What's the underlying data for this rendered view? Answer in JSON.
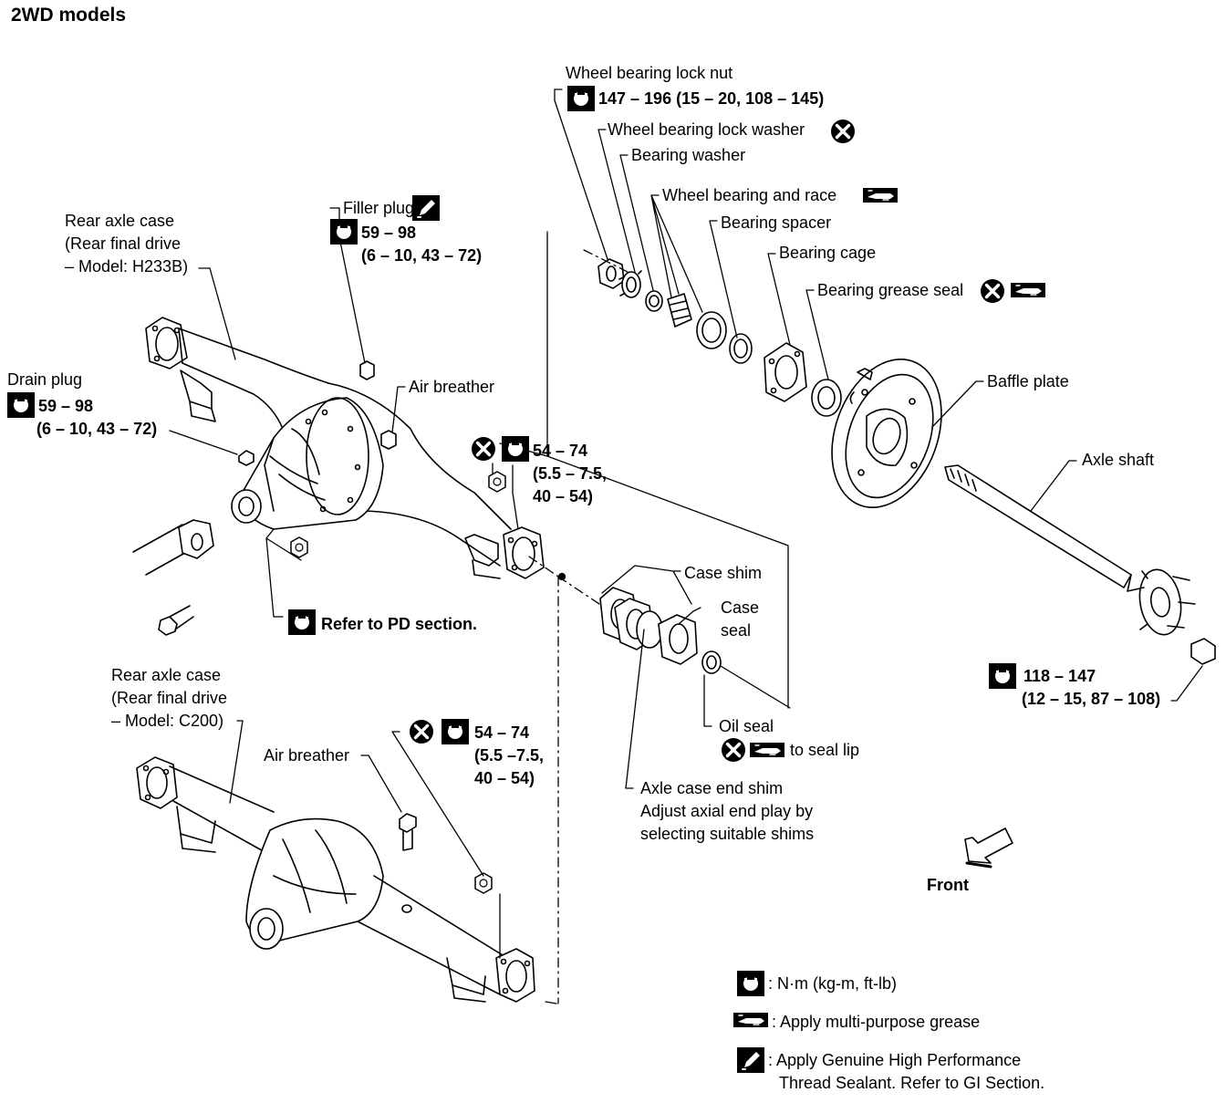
{
  "title": "2WD models",
  "labels": {
    "lock_nut": "Wheel bearing lock nut",
    "lock_nut_torque": "147 – 196 (15 – 20, 108 – 145)",
    "lock_washer": "Wheel bearing lock washer",
    "bearing_washer": "Bearing washer",
    "bearing_race": "Wheel bearing and race",
    "bearing_spacer": "Bearing spacer",
    "bearing_cage": "Bearing cage",
    "grease_seal": "Bearing grease seal",
    "baffle_plate": "Baffle plate",
    "axle_shaft": "Axle shaft",
    "wheel_nut_torque_1": "118 – 147",
    "wheel_nut_torque_2": "(12 – 15, 87 – 108)",
    "axle_case_h_1": "Rear axle case",
    "axle_case_h_2": "(Rear final drive",
    "axle_case_h_3": "– Model: H233B)",
    "filler_plug": "Filler plug",
    "filler_torque_1": "59 – 98",
    "filler_torque_2": "(6 – 10, 43 – 72)",
    "drain_plug": "Drain plug",
    "drain_torque_1": "59 – 98",
    "drain_torque_2": "(6 – 10, 43 – 72)",
    "air_breather_top": "Air breather",
    "nut_torque_top_1": "54 – 74",
    "nut_torque_top_2": "(5.5 – 7.5,",
    "nut_torque_top_3": "40 – 54)",
    "refer_pd": "Refer to PD section.",
    "case_shim": "Case shim",
    "case_seal_1": "Case",
    "case_seal_2": "seal",
    "oil_seal": "Oil seal",
    "oil_seal_note": "to seal lip",
    "end_shim_1": "Axle case end shim",
    "end_shim_2": "Adjust axial end play by",
    "end_shim_3": "selecting suitable shims",
    "axle_case_c_1": "Rear axle case",
    "axle_case_c_2": "(Rear final drive",
    "axle_case_c_3": "– Model: C200)",
    "air_breather_bottom": "Air breather",
    "nut_torque_bot_1": "54 – 74",
    "nut_torque_bot_2": "(5.5 –7.5,",
    "nut_torque_bot_3": "40 – 54)",
    "front": "Front"
  },
  "legend": {
    "torque": ": N·m (kg-m, ft-lb)",
    "grease": ": Apply multi-purpose grease",
    "sealant_1": ": Apply Genuine High Performance",
    "sealant_2": "Thread Sealant. Refer to GI Section."
  }
}
